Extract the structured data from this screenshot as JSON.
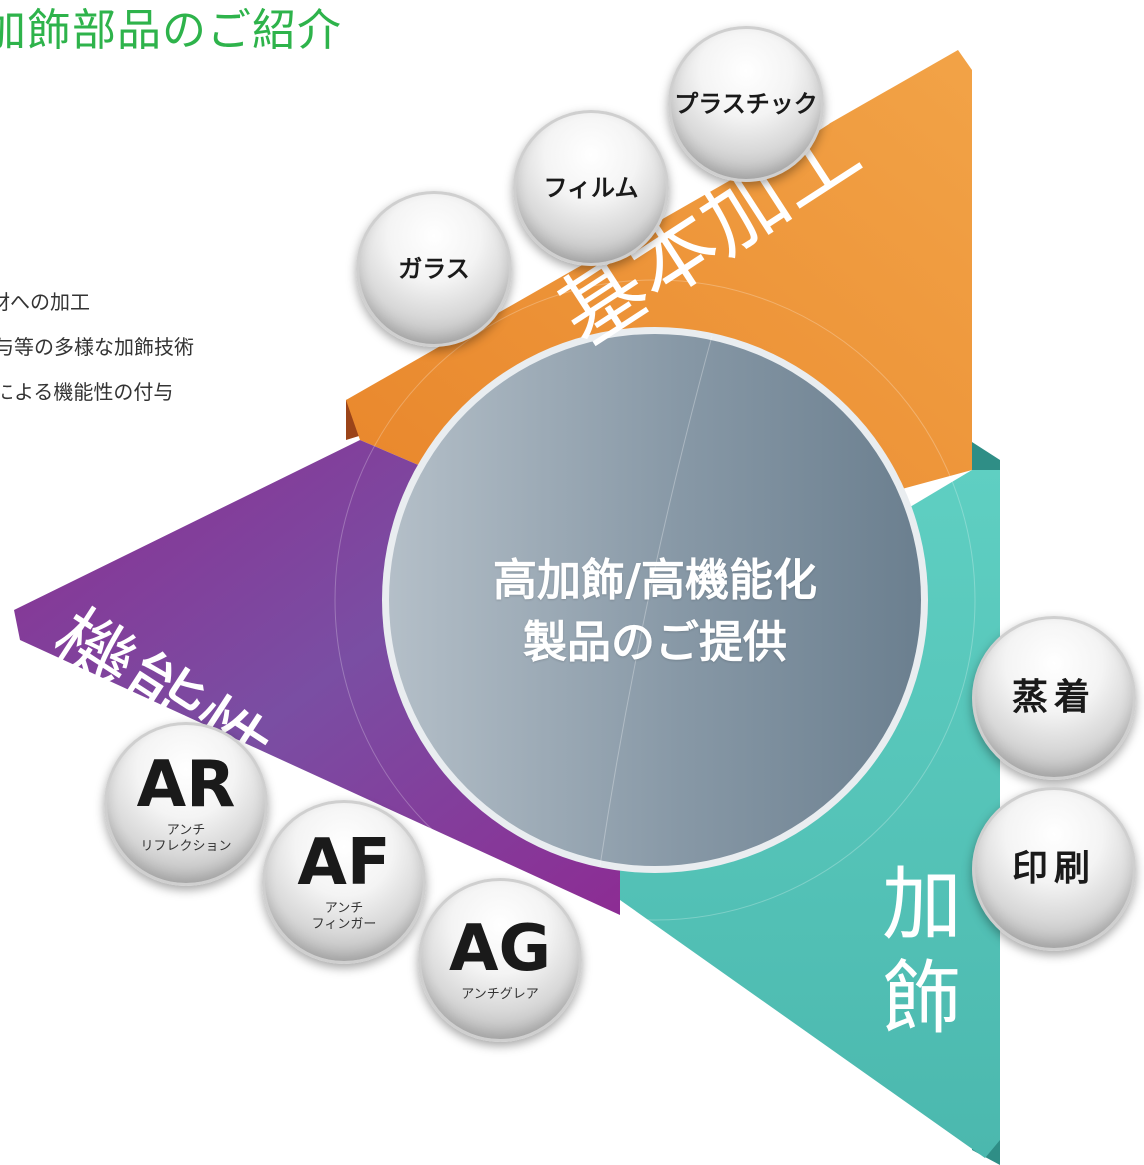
{
  "title": "加飾部品のご紹介",
  "bullets": [
    "材への加工",
    "与等の多様な加飾技術",
    "による機能性の付与"
  ],
  "center": {
    "line1": "高加飾/高機能化",
    "line2": "製品のご提供"
  },
  "segments": {
    "kihon": {
      "label": "基本加工",
      "color": "#ef9536"
    },
    "kinou": {
      "label": "機能性",
      "color": "#93349a"
    },
    "kashoku": {
      "label_top": "加",
      "label_bottom": "飾",
      "color": "#52c6bb"
    }
  },
  "orbs": {
    "glass": {
      "label": "ガラス"
    },
    "film": {
      "label": "フィルム"
    },
    "plastic": {
      "label": "プラスチック"
    },
    "jouchaku": {
      "label": "蒸着"
    },
    "insatsu": {
      "label": "印刷"
    },
    "ar": {
      "label": "AR",
      "sub1": "アンチ",
      "sub2": "リフレクション"
    },
    "af": {
      "label": "AF",
      "sub1": "アンチ",
      "sub2": "フィンガー"
    },
    "ag": {
      "label": "AG",
      "sub1": "アンチグレア"
    }
  }
}
